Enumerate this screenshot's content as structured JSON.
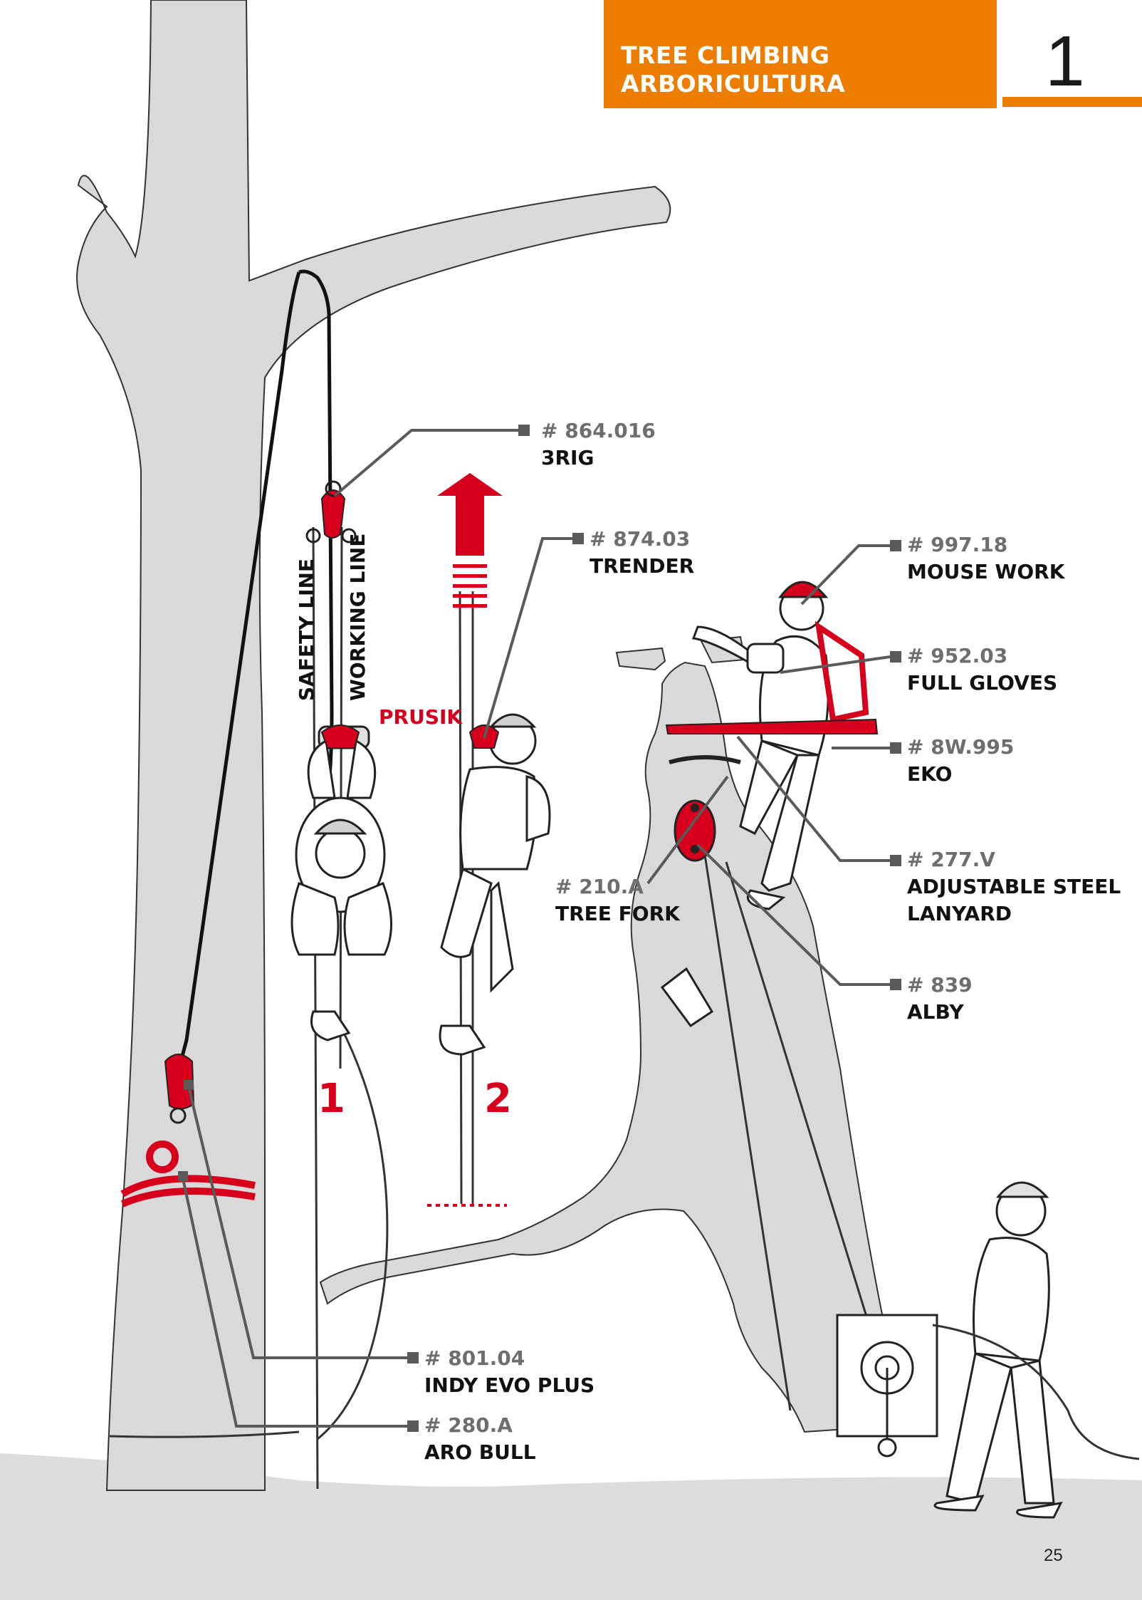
{
  "header": {
    "title_line1": "TREE CLIMBING",
    "title_line2": "ARBORICULTURA",
    "chapter_number": "1"
  },
  "labels": {
    "rig": {
      "code": "# 864.016",
      "name": "3RIG"
    },
    "trender": {
      "code": "# 874.03",
      "name": "TRENDER"
    },
    "mouse": {
      "code": "# 997.18",
      "name": "MOUSE WORK"
    },
    "gloves": {
      "code": "# 952.03",
      "name": "FULL GLOVES"
    },
    "eko": {
      "code": "# 8W.995",
      "name": "EKO"
    },
    "lanyard": {
      "code": "# 277.V",
      "name_line1": "ADJUSTABLE STEEL",
      "name_line2": "LANYARD"
    },
    "treefork": {
      "code": "# 210.A",
      "name": "TREE FORK"
    },
    "alby": {
      "code": "# 839",
      "name": "ALBY"
    },
    "indy": {
      "code": "# 801.04",
      "name": "INDY EVO PLUS"
    },
    "aro": {
      "code": "# 280.A",
      "name": "ARO BULL"
    }
  },
  "rope_labels": {
    "safety_line": "SAFETY LINE",
    "working_line": "WORKING LINE",
    "prusik": "PRUSIK"
  },
  "steps": [
    "1",
    "2"
  ],
  "page_number": "25",
  "colors": {
    "accent_orange": "#ec7d00",
    "equipment_red": "#d6001c",
    "tree_grey": "#d9d9d9",
    "callout_grey": "#5a5a5a"
  }
}
